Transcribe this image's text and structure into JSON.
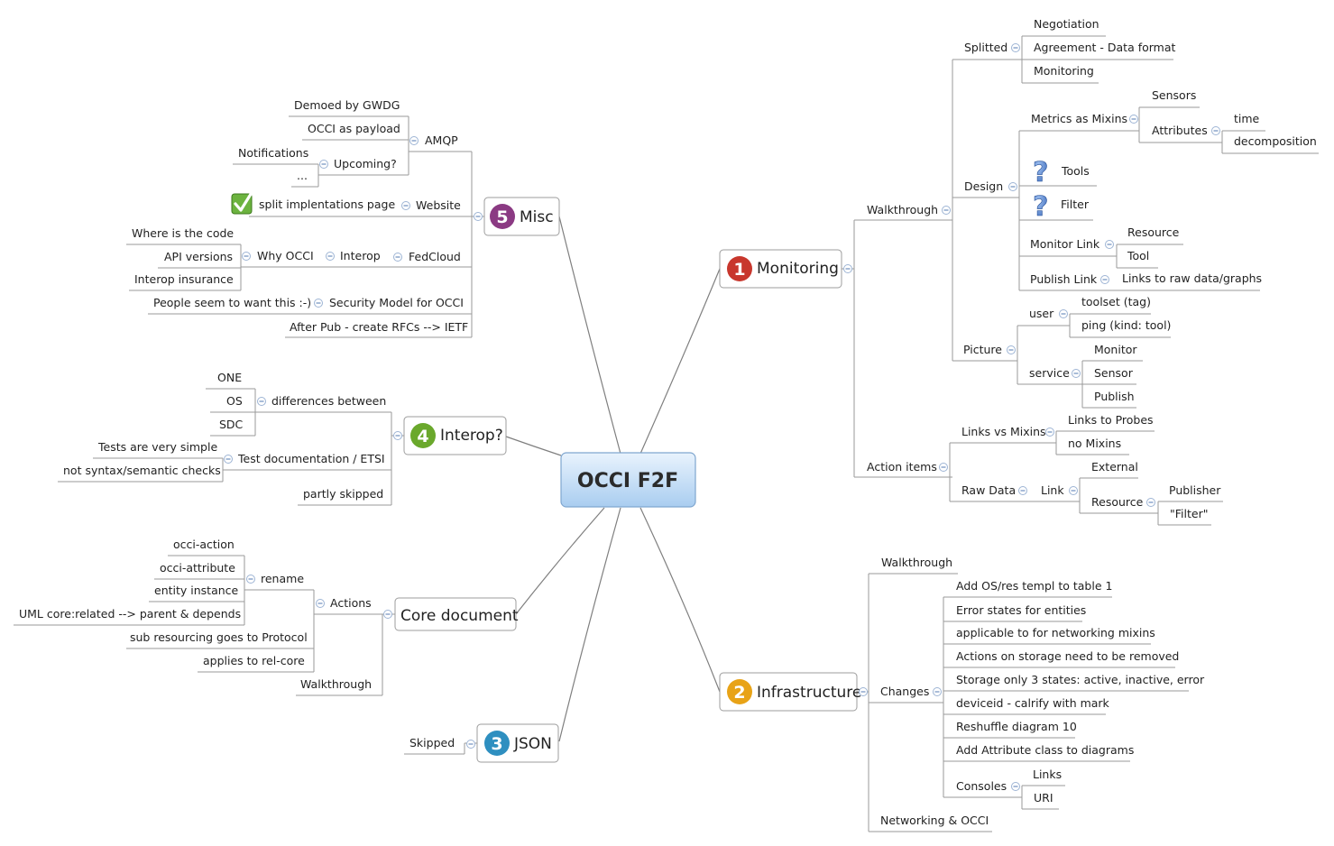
{
  "central": {
    "label": "OCCI F2F"
  },
  "branches": {
    "monitoring": {
      "badge": "1",
      "label": "Monitoring",
      "badge_color": "#c8372d",
      "walkthrough": "Walkthrough",
      "splitted": "Splitted",
      "negotiation": "Negotiation",
      "agreement": "Agreement - Data format",
      "monitoring_sub": "Monitoring",
      "design": "Design",
      "metrics": "Metrics as Mixins",
      "sensors": "Sensors",
      "attributes": "Attributes",
      "time": "time",
      "decomposition": "decomposition",
      "tools": "Tools",
      "filter": "Filter",
      "monitor_link": "Monitor Link",
      "resource": "Resource",
      "tool": "Tool",
      "publish_link": "Publish Link",
      "links_raw": "Links to raw data/graphs",
      "picture": "Picture",
      "user": "user",
      "toolset": "toolset (tag)",
      "ping": "ping (kind: tool)",
      "service": "service",
      "svc_monitor": "Monitor",
      "svc_sensor": "Sensor",
      "svc_publish": "Publish",
      "action_items": "Action items",
      "links_vs_mixins": "Links vs Mixins",
      "links_to_probes": "Links to Probes",
      "no_mixins": "no Mixins",
      "raw_data": "Raw Data",
      "link": "Link",
      "external": "External",
      "rd_resource": "Resource",
      "publisher": "Publisher",
      "filter_q": "\"Filter\""
    },
    "infrastructure": {
      "badge": "2",
      "label": "Infrastructure",
      "badge_color": "#e8a317",
      "walkthrough": "Walkthrough",
      "changes": "Changes",
      "change_items": [
        "Add OS/res templ to table 1",
        "Error states for entities",
        "applicable to for networking mixins",
        "Actions on storage need to be removed",
        "Storage only 3 states: active, inactive, error",
        "deviceid - calrify with mark",
        "Reshuffle diagram 10",
        "Add Attribute class to diagrams"
      ],
      "consoles": "Consoles",
      "links": "Links",
      "uri": "URI",
      "networking": "Networking & OCCI"
    },
    "json": {
      "badge": "3",
      "label": "JSON",
      "badge_color": "#2e8fc0",
      "skipped": "Skipped"
    },
    "interop": {
      "badge": "4",
      "label": "Interop?",
      "badge_color": "#6aa82c",
      "differences": "differences between",
      "one": "ONE",
      "os": "OS",
      "sdc": "SDC",
      "test_doc": "Test documentation / ETSI",
      "tests_simple": "Tests are very simple",
      "not_syntax": "not syntax/semantic checks",
      "partly": "partly skipped"
    },
    "misc": {
      "badge": "5",
      "label": "Misc",
      "badge_color": "#8b3a83",
      "amqp": "AMQP",
      "demoed": "Demoed by GWDG",
      "occi_payload": "OCCI as payload",
      "upcoming": "Upcoming?",
      "notifications": "Notifications",
      "dots": "...",
      "website": "Website",
      "split_impl": "split implentations page",
      "fedcloud": "FedCloud",
      "interop": "Interop",
      "why_occi": "Why OCCI",
      "where_code": "Where is the code",
      "api_versions": "API versions",
      "interop_insurance": "Interop insurance",
      "security": "Security Model for OCCI",
      "people": "People seem to want this :-)",
      "after_pub": "After Pub - create RFCs --> IETF"
    },
    "core": {
      "label": "Core document",
      "actions": "Actions",
      "rename": "rename",
      "rename_items": [
        "occi-action",
        "occi-attribute",
        "entity instance",
        "UML core:related --> parent & depends"
      ],
      "sub_resourcing": "sub resourcing goes to Protocol",
      "applies": "applies to rel-core",
      "walkthrough": "Walkthrough"
    }
  }
}
